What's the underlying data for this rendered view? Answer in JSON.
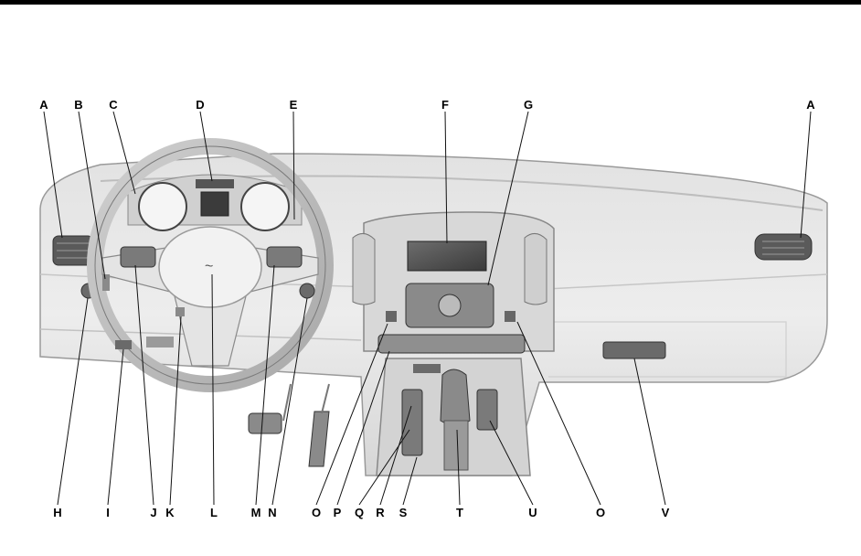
{
  "figure": {
    "callouts_top": [
      "A",
      "B",
      "C",
      "D",
      "E",
      "F",
      "G",
      "A"
    ],
    "callouts_bottom": [
      "H",
      "I",
      "J",
      "K",
      "L",
      "M",
      "N",
      "O",
      "P",
      "Q",
      "R",
      "S",
      "T",
      "U",
      "O",
      "V"
    ]
  }
}
